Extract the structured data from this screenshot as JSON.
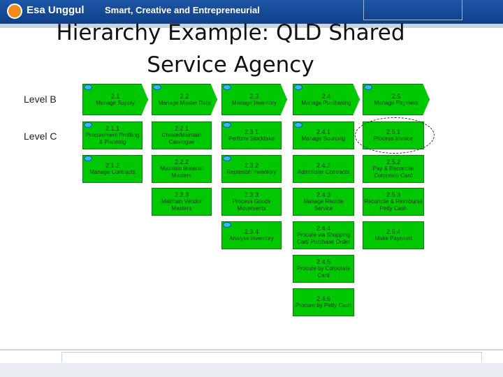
{
  "header": {
    "logo_text": "Esa Unggul",
    "tagline": "Smart, Creative and Entrepreneurial"
  },
  "title": [
    "Hierarchy Example: QLD Shared",
    "Service Agency"
  ],
  "levels": {
    "b": "Level B",
    "c": "Level C"
  },
  "nodes": [
    {
      "num": "2.1",
      "label": "Manage Supply"
    },
    {
      "num": "2.2",
      "label": "Manage Master Data"
    },
    {
      "num": "2.3",
      "label": "Manage Inventory"
    },
    {
      "num": "2.4",
      "label": "Manage Purchasing"
    },
    {
      "num": "2.5",
      "label": "Manage Payment"
    },
    {
      "num": "2.1.1",
      "label": "Procurement Profiling & Planning"
    },
    {
      "num": "2.2.1",
      "label": "Create/Maintain Catalogue"
    },
    {
      "num": "2.3.1",
      "label": "Perform Stocktake"
    },
    {
      "num": "2.4.1",
      "label": "Manage Sourcing"
    },
    {
      "num": "2.5.1",
      "label": "Process Invoice"
    },
    {
      "num": "2.1.2",
      "label": "Manage Contracts"
    },
    {
      "num": "2.2.2",
      "label": "Maintain Material Masters"
    },
    {
      "num": "2.3.2",
      "label": "Replenish Inventory"
    },
    {
      "num": "2.4.2",
      "label": "Administer Contracts"
    },
    {
      "num": "2.5.2",
      "label": "Pay & Reconcile Corporate Card"
    },
    {
      "num": "2.2.3",
      "label": "Maintain Vendor Masters"
    },
    {
      "num": "2.3.3",
      "label": "Process Goods Movements"
    },
    {
      "num": "2.4.3",
      "label": "Manage Reorde Service"
    },
    {
      "num": "2.5.3",
      "label": "Reconcile & Reimburse Petty Cash"
    },
    {
      "num": "2.3.4",
      "label": "Analyse Inventory"
    },
    {
      "num": "2.4.4",
      "label": "Procure via Shopping Cart/ Purchase Order"
    },
    {
      "num": "2.5.4",
      "label": "Make Payment"
    },
    {
      "num": "2.4.5",
      "label": "Procure by Corporate Card"
    },
    {
      "num": "2.4.6",
      "label": "Procure by Petty Cash"
    }
  ]
}
